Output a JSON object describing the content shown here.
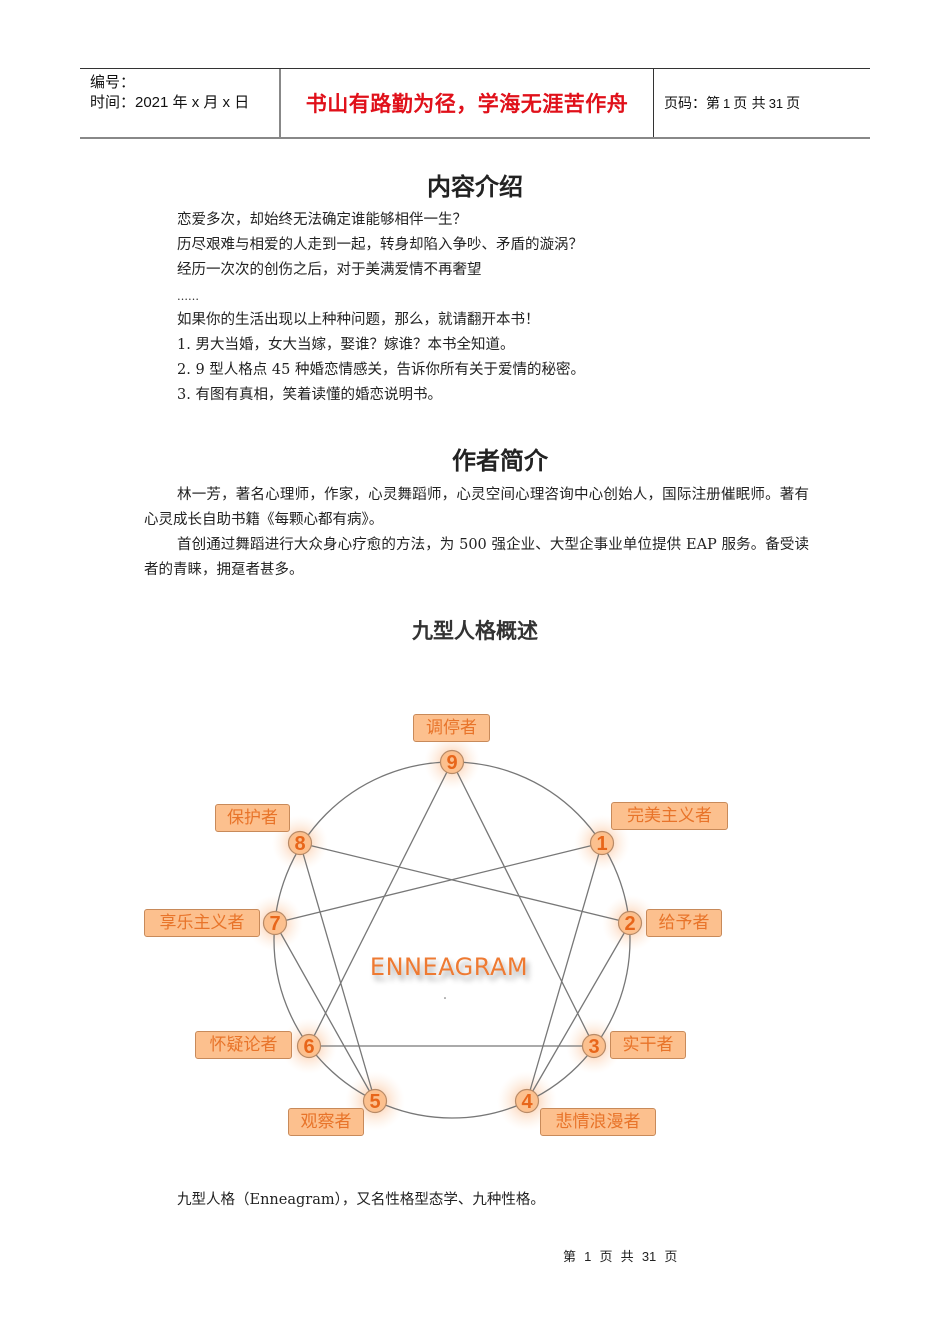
{
  "header": {
    "serial_label": "编号：",
    "time_label": "时间：2021 年 x 月 x 日",
    "motto": "书山有路勤为径，学海无涯苦作舟",
    "page_prefix": "页码：第",
    "page_current": "1",
    "page_mid": "页  共",
    "page_total": "31",
    "page_suffix": "页"
  },
  "intro": {
    "title": "内容介绍",
    "lines": [
      "恋爱多次，却始终无法确定谁能够相伴一生？",
      "历尽艰难与相爱的人走到一起，转身却陷入争吵、矛盾的漩涡？",
      "经历一次次的创伤之后，对于美满爱情不再奢望",
      "……",
      "如果你的生活出现以上种种问题，那么，就请翻开本书！",
      "1. 男大当婚，女大当嫁，娶谁？嫁谁？本书全知道。",
      "2. 9 型人格点 45 种婚恋情感关，告诉你所有关于爱情的秘密。",
      "3. 有图有真相，笑着读懂的婚恋说明书。"
    ]
  },
  "author": {
    "title": "作者简介",
    "paragraphs": [
      "林一芳，著名心理师，作家，心灵舞蹈师，心灵空间心理咨询中心创始人，国际注册催眠师。著有心灵成长自助书籍《每颗心都有病》。",
      "首创通过舞蹈进行大众身心疗愈的方法，为 500 强企业、大型企事业单位提供 EAP 服务。备受读者的青睐，拥趸者甚多。"
    ]
  },
  "enneagram": {
    "title": "九型人格概述",
    "center_label": "ENNEAGRAM",
    "colors": {
      "accent": "#e8742a",
      "label_bg": "#fcc08e",
      "line": "#777777"
    },
    "types": [
      {
        "number": "1",
        "name": "完美主义者"
      },
      {
        "number": "2",
        "name": "给予者"
      },
      {
        "number": "3",
        "name": "实干者"
      },
      {
        "number": "4",
        "name": "悲情浪漫者"
      },
      {
        "number": "5",
        "name": "观察者"
      },
      {
        "number": "6",
        "name": "怀疑论者"
      },
      {
        "number": "7",
        "name": "享乐主义者"
      },
      {
        "number": "8",
        "name": "保护者"
      },
      {
        "number": "9",
        "name": "调停者"
      }
    ],
    "caption": "九型人格（Enneagram），又名性格型态学、九种性格。"
  },
  "footer": {
    "prefix": "第",
    "current": "1",
    "mid": "页 共",
    "total": "31",
    "suffix": "页"
  }
}
